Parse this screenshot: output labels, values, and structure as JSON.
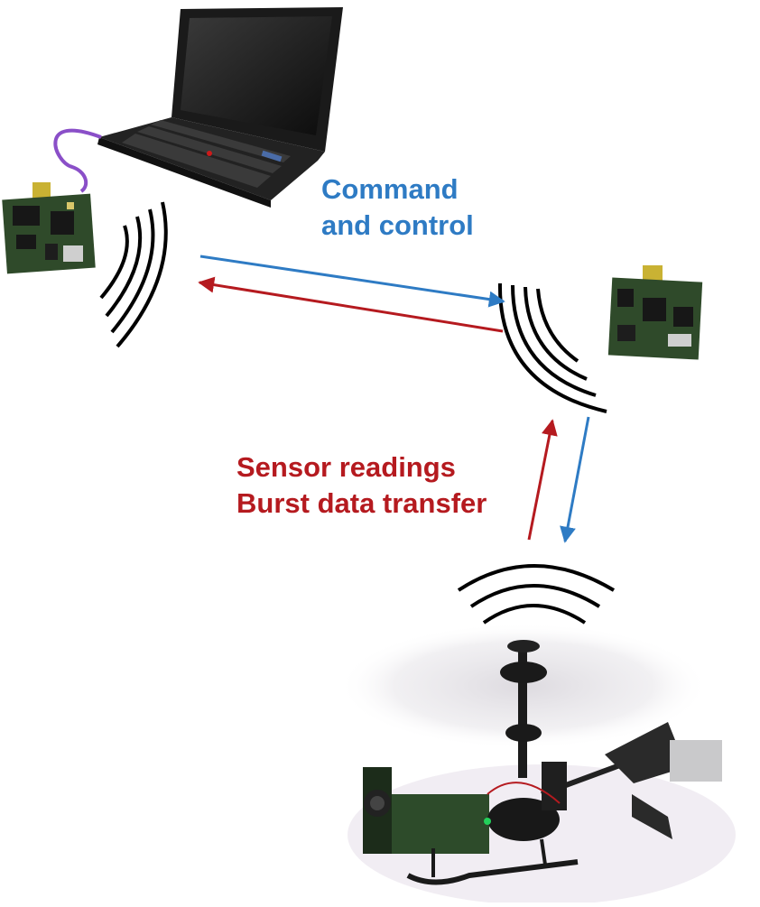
{
  "colors": {
    "command": "#2e7bc4",
    "sensor": "#b51a1f",
    "waves": "#000000",
    "pcb": "#2f4a2a",
    "cable": "#8a4fc8"
  },
  "command_label": {
    "line1": "Command",
    "line2": "and control"
  },
  "sensor_label": {
    "line1": "Sensor readings",
    "line2": "Burst data transfer"
  },
  "icons": {
    "laptop": "laptop-icon",
    "base_radio": "radio-board-icon",
    "relay_radio": "radio-board-icon",
    "helicopter": "helicopter-icon"
  }
}
